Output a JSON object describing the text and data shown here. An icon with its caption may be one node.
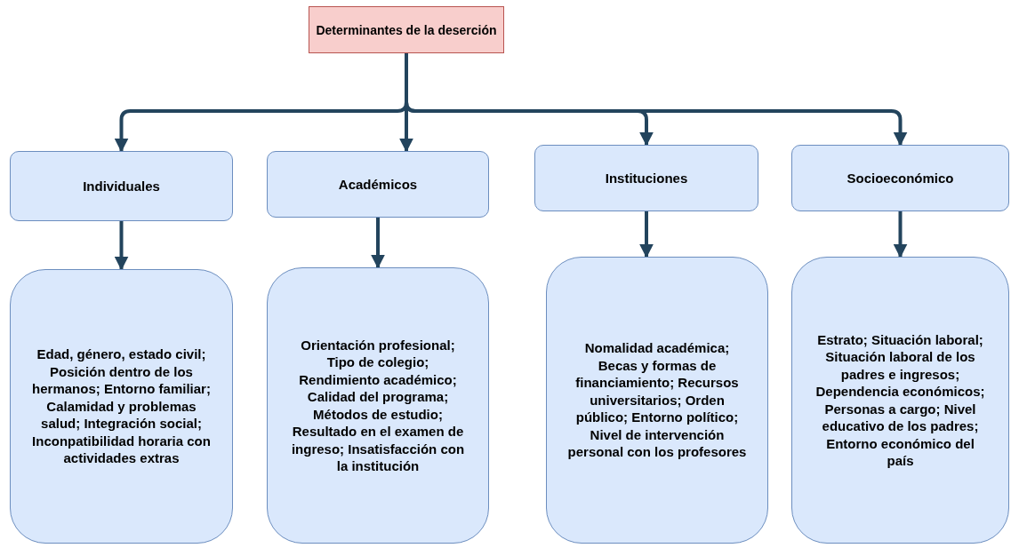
{
  "diagram": {
    "nodes": [
      {
        "text": [
          "Determinantes de la deserción"
        ]
      },
      {
        "text": [
          "Individuales"
        ]
      },
      {
        "text": [
          "Académicos"
        ]
      },
      {
        "text": [
          "Instituciones"
        ]
      },
      {
        "text": [
          "Socioeconómico"
        ]
      },
      {
        "text": [
          "Edad, género, estado civil; Posición dentro de los hermanos; Entorno familiar; Calamidad y problemas salud; Integración social; Inconpatibilidad horaria con actividades extras"
        ]
      },
      {
        "text": [
          "Orientación profesional; Tipo de colegio; Rendimiento académico; Calidad del programa; Métodos de estudio; Resultado en el examen de ingreso; Insatisfacción con la institución"
        ]
      },
      {
        "text": [
          "Nomalidad académica; Becas y formas de financiamiento; Recursos universitarios; Orden público; Entorno político; Nivel de intervención personal con los profesores"
        ]
      },
      {
        "text": [
          "Estrato; Situación laboral; Situación laboral de los padres e ingresos; Dependencia económicos; Personas a cargo; Nivel educativo de los padres; Entorno económico del país"
        ]
      }
    ],
    "edges": [
      {
        "from": 0,
        "to": 1,
        "arrow": "to"
      },
      {
        "from": 0,
        "to": 2,
        "arrow": "to"
      },
      {
        "from": 0,
        "to": 3,
        "arrow": "to"
      },
      {
        "from": 0,
        "to": 4,
        "arrow": "to"
      },
      {
        "from": 1,
        "to": 5,
        "arrow": "to"
      },
      {
        "from": 2,
        "to": 6,
        "arrow": "to"
      },
      {
        "from": 3,
        "to": 7,
        "arrow": "to"
      },
      {
        "from": 4,
        "to": 8,
        "arrow": "to"
      }
    ]
  }
}
